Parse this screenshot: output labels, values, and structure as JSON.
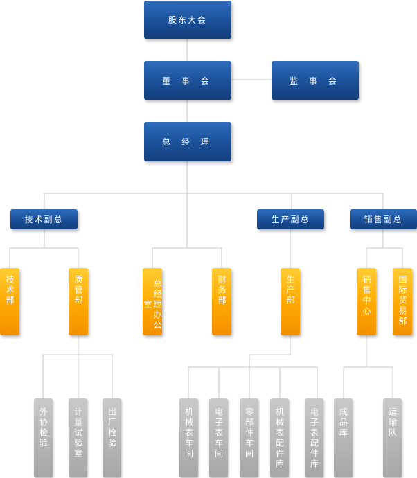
{
  "org": {
    "shareholders": "股东大会",
    "board": "董 事 会",
    "supervisors": "监 事 会",
    "gm": "总 经 理",
    "vp_tech": "技术副总",
    "vp_prod": "生产副总",
    "vp_sales": "销售副总",
    "dept_tech": "技术部",
    "dept_quality": "质管部",
    "dept_gm_office": "总经理办公室",
    "dept_finance": "财务部",
    "dept_prod": "生产部",
    "dept_sales_center": "销售中心",
    "dept_intl_trade": "国际贸易部",
    "unit_outsourcing": "外协检验",
    "unit_lab": "计量试验室",
    "unit_outgoing": "出厂检验",
    "unit_mech_shop": "机械表车间",
    "unit_elec_shop": "电子表车间",
    "unit_parts_shop": "零部件车间",
    "unit_mech_parts": "机械表配件库",
    "unit_elec_parts": "电子表配件库",
    "unit_finished": "成品库",
    "unit_transport": "运输队"
  },
  "colors": {
    "blue_node": "#1a4f97",
    "orange_node": "#ffa800",
    "gray_node": "#a6a6a6",
    "connector": "#c8c8c8"
  }
}
